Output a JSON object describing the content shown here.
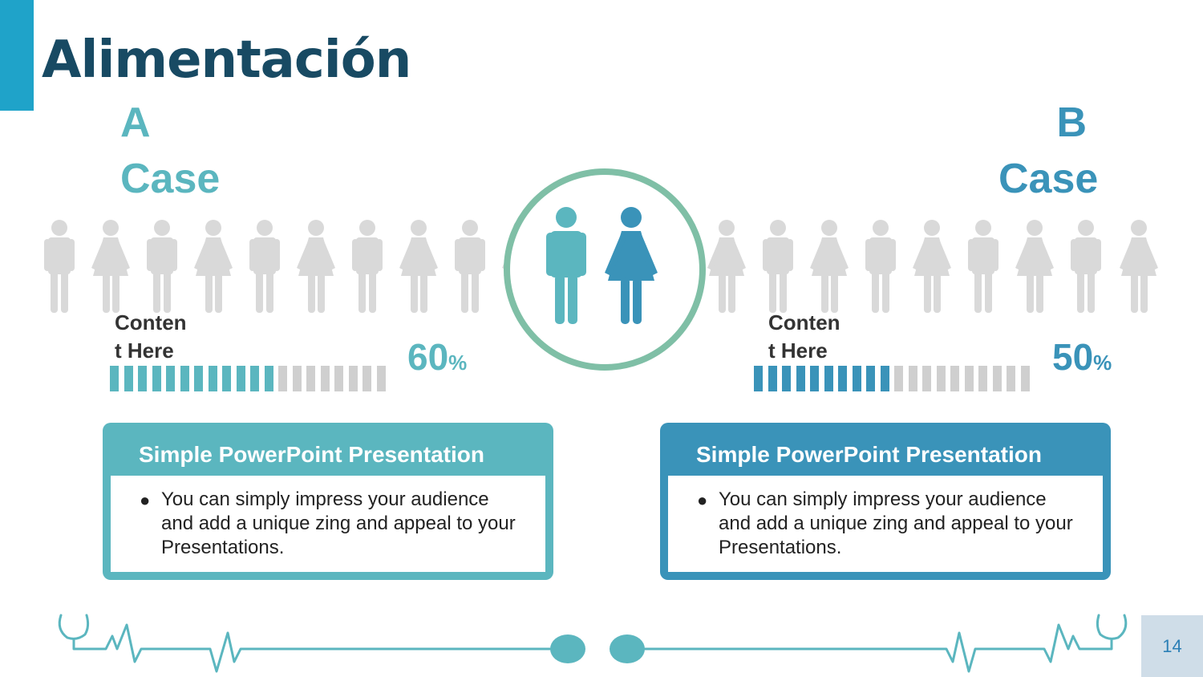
{
  "slide": {
    "title": "Alimentación",
    "page_number": "14",
    "accent_color": "#1fa3c9",
    "title_color": "#184a63"
  },
  "center_icon": {
    "icons": [
      "man-icon",
      "woman-icon"
    ],
    "ring_color": "#7fbfa6"
  },
  "case_a": {
    "label": "A Case",
    "content_label": "Content Here",
    "percent_value": "60",
    "percent_sign": "%",
    "progress": 0.6,
    "color": "#5bb6bf",
    "card": {
      "title": "Simple PowerPoint Presentation",
      "bullet": "You can simply impress your audience and add a unique zing and appeal to your Presentations."
    }
  },
  "case_b": {
    "label": "B Case",
    "content_label": "Content Here",
    "percent_value": "50",
    "percent_sign": "%",
    "progress": 0.5,
    "color": "#3a93b9",
    "card": {
      "title": "Simple PowerPoint Presentation",
      "bullet": "You can simply impress your audience and add a unique zing and appeal to your Presentations."
    }
  },
  "decor": {
    "people_row_icon": "person-silhouette-icon",
    "footer_icon": "stethoscope-ekg-icon"
  }
}
